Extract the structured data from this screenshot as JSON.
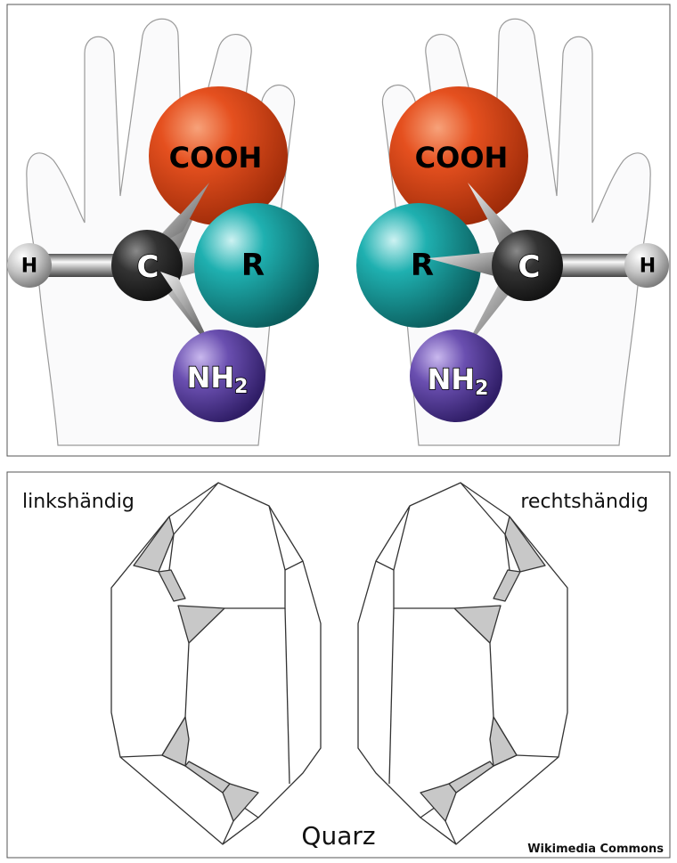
{
  "molecules": {
    "atoms": {
      "cooh": "COOH",
      "r": "R",
      "c": "C",
      "h": "H",
      "nh": "NH",
      "nh_sub": "2"
    },
    "colors": {
      "cooh": "#e0441a",
      "r": "#169e9e",
      "c": "#2b2b2b",
      "h": "#bdbdbd",
      "nh2": "#5a3f9a"
    }
  },
  "crystals": {
    "left_label": "linkshändig",
    "right_label": "rechtshändig",
    "title": "Quarz",
    "credit": "Wikimedia Commons"
  }
}
